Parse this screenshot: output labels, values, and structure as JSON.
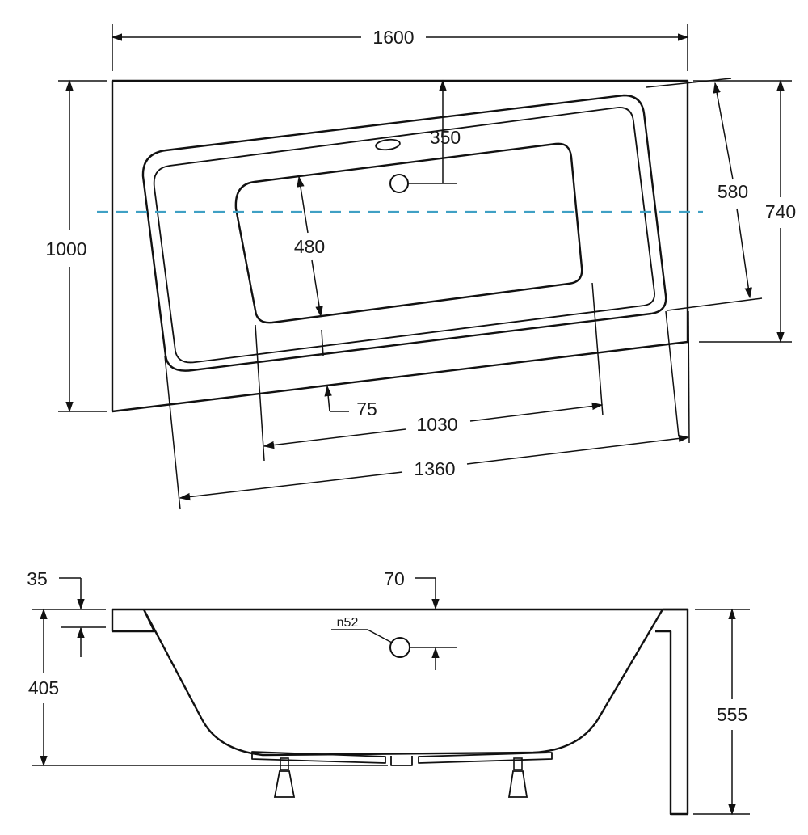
{
  "colors": {
    "center_axis": "#3fa0c4",
    "line": "#111111"
  },
  "top_view": {
    "width_total": "1600",
    "height_total": "1000",
    "tub_width": "740",
    "inner_width": "580",
    "drain_offset": "350",
    "basin_width": "480",
    "edge_offset": "75",
    "basin_length": "1030",
    "tub_length": "1360"
  },
  "side_view": {
    "rim_thickness": "35",
    "rim_offset": "70",
    "drain_diameter": "n52",
    "depth": "405",
    "total_height": "555"
  }
}
